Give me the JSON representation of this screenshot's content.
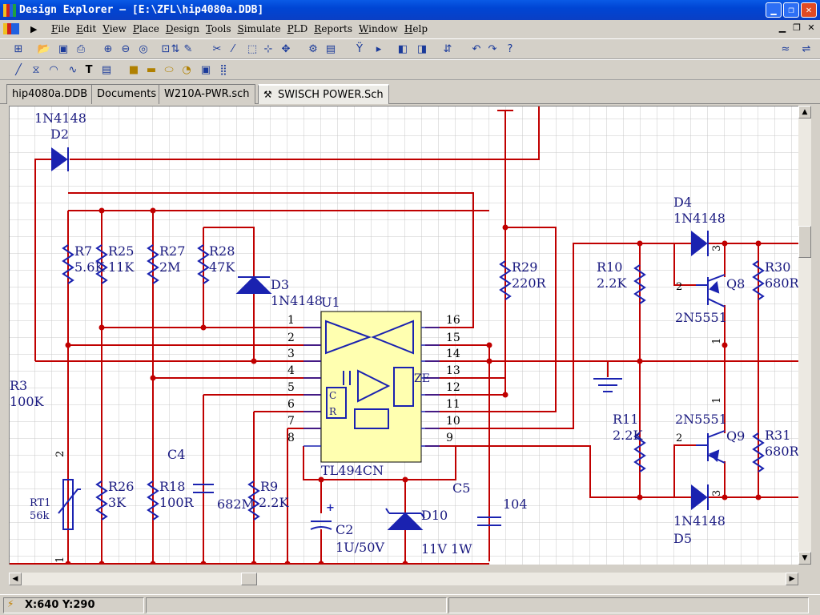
{
  "window": {
    "title": "Design Explorer – [E:\\ZFL\\hip4080a.DDB]"
  },
  "menu": {
    "items": [
      {
        "label": "File",
        "u": "F",
        "rest": "ile"
      },
      {
        "label": "Edit",
        "u": "E",
        "rest": "dit"
      },
      {
        "label": "View",
        "u": "V",
        "rest": "iew"
      },
      {
        "label": "Place",
        "u": "P",
        "rest": "lace"
      },
      {
        "label": "Design",
        "u": "D",
        "rest": "esign"
      },
      {
        "label": "Tools",
        "u": "T",
        "rest": "ools"
      },
      {
        "label": "Simulate",
        "u": "S",
        "rest": "imulate"
      },
      {
        "label": "PLD",
        "u": "P",
        "rest": "LD"
      },
      {
        "label": "Reports",
        "u": "R",
        "rest": "eports"
      },
      {
        "label": "Window",
        "u": "W",
        "rest": "indow"
      },
      {
        "label": "Help",
        "u": "H",
        "rest": "elp"
      }
    ]
  },
  "tabs": [
    "hip4080a.DDB",
    "Documents",
    "W210A-PWR.sch",
    "SWISCH POWER.Sch"
  ],
  "status": {
    "coords": "X:640 Y:290"
  },
  "schematic": {
    "labels": {
      "d2_part": "1N4148",
      "d2_ref": "D2",
      "r7_ref": "R7",
      "r7_val": "5.6K",
      "r25_ref": "R25",
      "r25_val": "11K",
      "r27_ref": "R27",
      "r27_val": "2M",
      "r28_ref": "R28",
      "r28_val": "47K",
      "d3_ref": "D3",
      "d3_part": "1N4148",
      "u1_ref": "U1",
      "u1_part": "TL494CN",
      "r29_ref": "R29",
      "r29_val": "220R",
      "r3_ref": "R3",
      "r3_val": "100K",
      "rt1_ref": "RT1",
      "rt1_val": "56k",
      "r26_ref": "R26",
      "r26_val": "3K",
      "r18_ref": "R18",
      "r18_val": "100R",
      "c4_ref": "C4",
      "c4_val": "682M",
      "r9_ref": "R9",
      "r9_val": "2.2K",
      "c2_ref": "C2",
      "c2_val": "1U/50V",
      "d10_ref": "D10",
      "d10_val": "11V 1W",
      "c5_ref": "C5",
      "c5_val": "104",
      "d4_ref": "D4",
      "d4_part": "1N4148",
      "r10_ref": "R10",
      "r10_val": "2.2K",
      "r30_ref": "R30",
      "r30_val": "680R",
      "q8_ref": "Q8",
      "q8_part": "2N5551",
      "r11_ref": "R11",
      "r11_val": "2.2K",
      "q9_part": "2N5551",
      "q9_ref": "Q9",
      "r31_ref": "R31",
      "r31_val": "680R",
      "d5_part": "1N4148",
      "d5_ref": "D5",
      "ze": "ZE",
      "c": "C",
      "r": "R"
    },
    "pins_left": [
      "1",
      "2",
      "3",
      "4",
      "5",
      "6",
      "7",
      "8"
    ],
    "pins_right": [
      "16",
      "15",
      "14",
      "13",
      "12",
      "11",
      "10",
      "9"
    ]
  }
}
